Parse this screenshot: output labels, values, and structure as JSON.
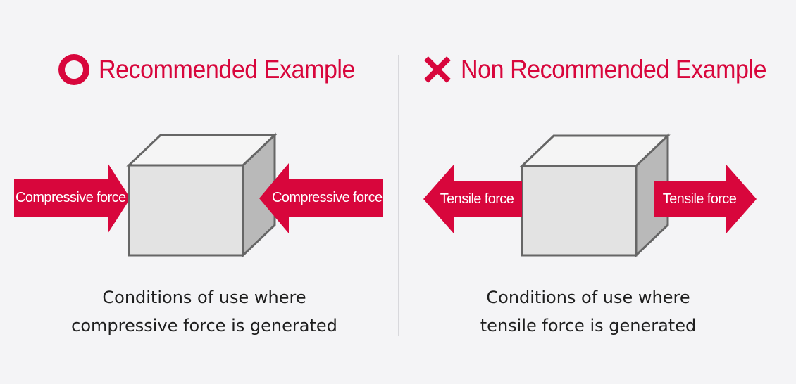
{
  "colors": {
    "accent": "#d8063c",
    "background": "#f4f4f6",
    "cube_front": "#e3e3e3",
    "cube_top": "#f5f5f5",
    "cube_side": "#b9b9b9",
    "cube_edge": "#666666",
    "caption_text": "#1e1e1e"
  },
  "left_panel": {
    "mark_icon": "circle-icon",
    "title": "Recommended Example",
    "arrow_left_label": "Compressive force",
    "arrow_right_label": "Compressive force",
    "caption_line1": "Conditions of use where",
    "caption_line2": "compressive force is generated"
  },
  "right_panel": {
    "mark_icon": "cross-icon",
    "title": "Non Recommended Example",
    "arrow_left_label": "Tensile force",
    "arrow_right_label": "Tensile force",
    "caption_line1": "Conditions of use where",
    "caption_line2": "tensile force is generated"
  }
}
